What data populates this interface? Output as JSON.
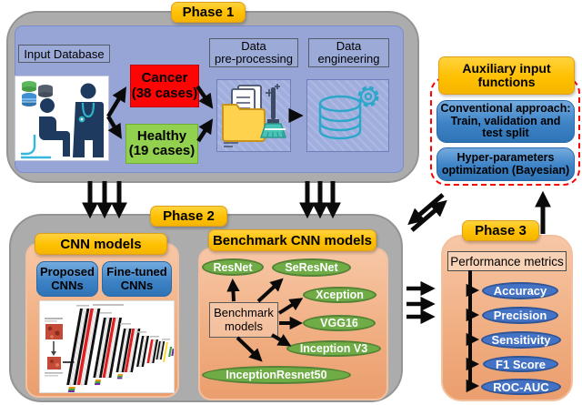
{
  "phase1": {
    "label": "Phase 1",
    "input_database_label": "Input Database",
    "cancer_label": "Cancer\n(38 cases)",
    "healthy_label": "Healthy\n(19 cases)",
    "preprocessing_label": "Data\npre-processing",
    "engineering_label": "Data\nengineering"
  },
  "auxiliary": {
    "title": "Auxiliary input\nfunctions",
    "conventional": "Conventional approach:\nTrain, validation and\ntest split",
    "hyperparams": "Hyper-parameters\noptimization (Bayesian)"
  },
  "phase2": {
    "label": "Phase 2",
    "cnn_models": {
      "header": "CNN models",
      "proposed": "Proposed\nCNNs",
      "finetuned": "Fine-tuned\nCNNs"
    },
    "benchmark": {
      "header": "Benchmark CNN models",
      "source_box": "Benchmark\nmodels",
      "models": [
        "ResNet",
        "SeResNet",
        "Xception",
        "VGG16",
        "Inception V3",
        "InceptionResnet50"
      ]
    }
  },
  "phase3": {
    "label": "Phase 3",
    "header": "Performance metrics",
    "metrics": [
      "Accuracy",
      "Precision",
      "Sensitivity",
      "F1 Score",
      "ROC-AUC"
    ]
  },
  "icons": {
    "input_database": "doctor-patient-database-illustration",
    "preprocessing": "folder-documents-broom",
    "engineering": "database-gear",
    "cnn_architecture": "cnn-layers-diagram"
  },
  "colors": {
    "phase_header_bg": "#FFC000",
    "container_gray": "#ACACAC",
    "panel_blue": "#96A5D6",
    "salmon": "#F0AD80",
    "cancer_red": "#FE0505",
    "healthy_green": "#92D050",
    "model_green": "#6FAC46",
    "metric_blue": "#4472C4",
    "button_blue": "#3D83C6",
    "dashed_border_red": "#FF0000",
    "arrow_black": "#0A0A0A",
    "icon_teal": "#2BA7C9"
  }
}
